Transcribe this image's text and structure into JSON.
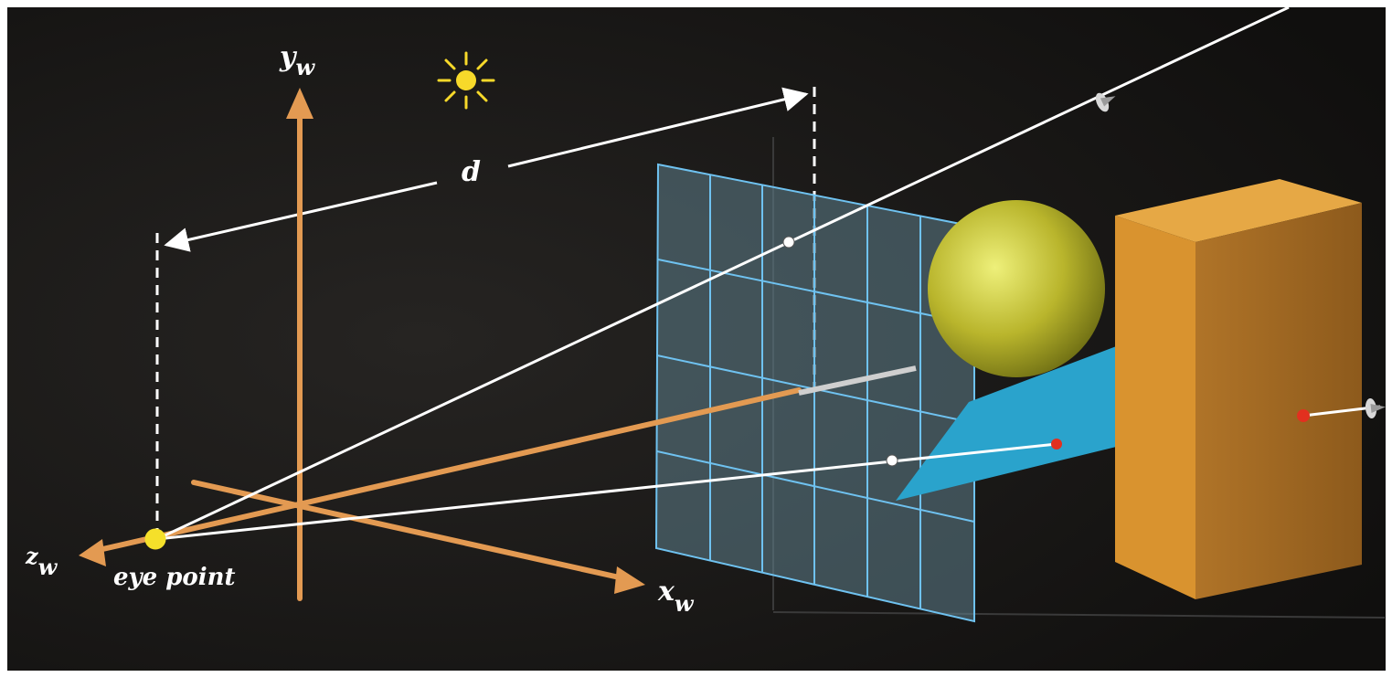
{
  "labels": {
    "eye_point": "eye point",
    "distance": "d",
    "axis_y": {
      "main": "y",
      "sub": "w"
    },
    "axis_x": {
      "main": "x",
      "sub": "w"
    },
    "axis_z": {
      "main": "z",
      "sub": "w"
    }
  },
  "colors": {
    "background": "#151413",
    "axis": "#e39a52",
    "ray": "#ffffff",
    "grid": "#6fc2f0",
    "grid_fill": "#5f7f8c",
    "sphere": "#c8c23a",
    "shadow": "#2aa3cc",
    "box": "#d9932f",
    "eye": "#f5e02a",
    "light": "#f7d92a",
    "hit_point": "#e2301f"
  },
  "icons": [
    "light-source-icon",
    "eye-point-marker",
    "ray-arrow-icon"
  ]
}
